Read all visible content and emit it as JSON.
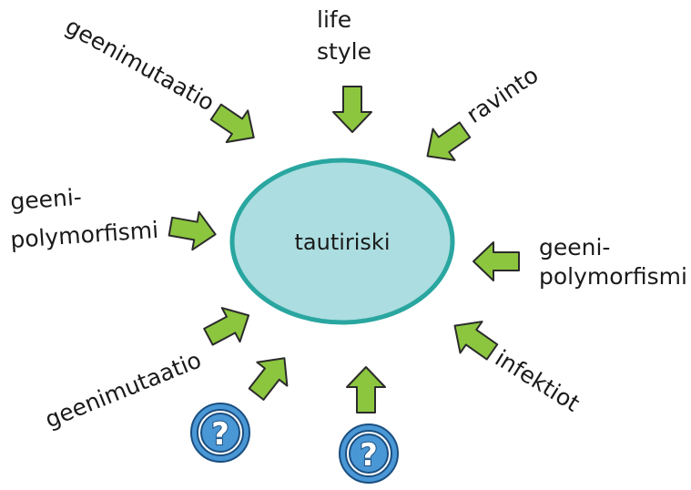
{
  "center": {
    "label": "tautiriski",
    "fill": "#acdde0",
    "stroke": "#2aa6a0"
  },
  "factors": {
    "top_left": "geenimutaatio",
    "top": [
      "life",
      "style"
    ],
    "top_right": "ravinto",
    "left": [
      "geeni-",
      "polymorfismi"
    ],
    "right": [
      "geeni-",
      "polymorfismi"
    ],
    "bottom_left": "geenimutaatio",
    "bottom_right": "infektiot"
  },
  "unknown_factors": [
    "?",
    "?"
  ],
  "colors": {
    "arrow": "#8cc63f",
    "badge": "#4a97d6"
  },
  "icons": [
    "arrow-icon",
    "question-badge-icon"
  ]
}
